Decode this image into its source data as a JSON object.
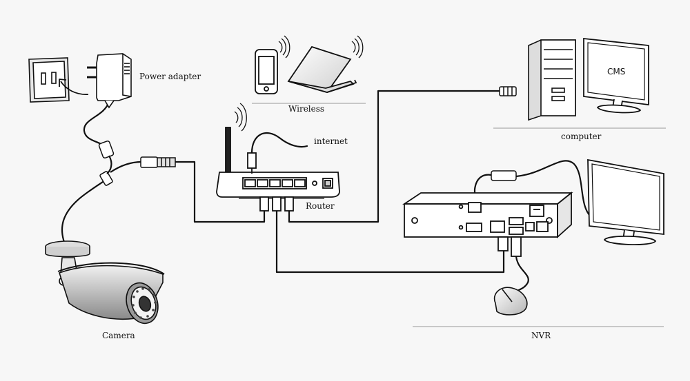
{
  "labels": {
    "power_adapter": "Power adapter",
    "wireless": "Wireless",
    "internet": "internet",
    "router": "Router",
    "computer": "computer",
    "cms": "CMS",
    "camera": "Camera",
    "nvr": "NVR"
  },
  "colors": {
    "background": "#f7f7f7",
    "line": "#111111",
    "device_fill": "#ffffff",
    "device_shade": "#d9d9d9",
    "divider": "#9a9a9a"
  }
}
